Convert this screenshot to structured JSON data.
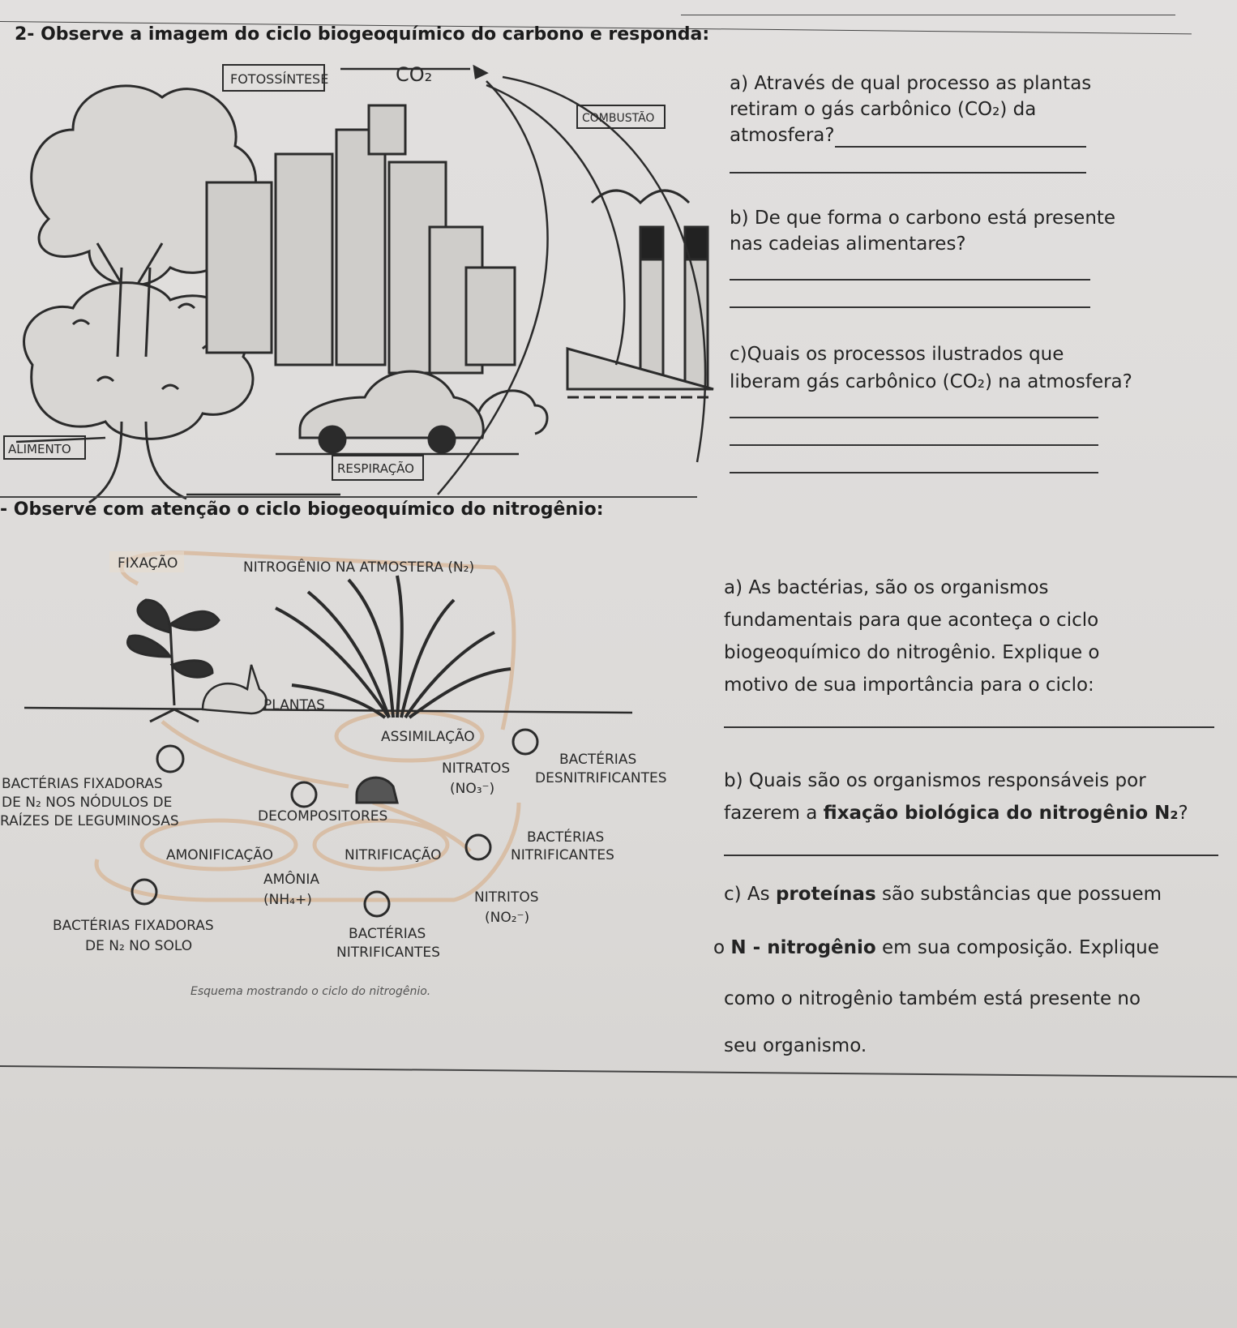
{
  "q2": {
    "title": "2- Observe a imagem do ciclo biogeoquímico do carbono e responda:",
    "labels": {
      "fotossintese": "FOTOSSÍNTESE",
      "co2": "CO₂",
      "combustao": "COMBUSTÃO",
      "alimento": "ALIMENTO",
      "respiracao": "RESPIRAÇÃO"
    },
    "qa_1": "a) Através de qual processo as plantas",
    "qa_2": "retiram o gás carbônico (CO₂) da",
    "qa_3": "atmosfera?",
    "qb_1": "b) De que forma o carbono está presente",
    "qb_2": "nas cadeias alimentares?",
    "qc_1": "c)Quais os processos ilustrados que",
    "qc_2": "liberam gás carbônico (CO₂) na atmosfera?"
  },
  "q3": {
    "title": "- Observe com atenção o ciclo biogeoquímico do nitrogênio:",
    "labels": {
      "fixacao": "FIXAÇÃO",
      "atmosfera": "NITROGÊNIO NA ATMOSTERA (N₂)",
      "plantas": "PLANTAS",
      "assimilacao": "ASSIMILAÇÃO",
      "bact_desn_1": "BACTÉRIAS",
      "bact_desn_2": "DESNITRIFICANTES",
      "nitratos": "NITRATOS",
      "no3": "(NO₃⁻)",
      "fix_nod_1": "BACTÉRIAS FIXADORAS",
      "fix_nod_2": "DE N₂ NOS NÓDULOS DE",
      "fix_nod_3": "RAÍZES DE LEGUMINOSAS",
      "decompositores": "DECOMPOSITORES",
      "bact_nitrif_top_1": "BACTÉRIAS",
      "bact_nitrif_top_2": "NITRIFICANTES",
      "amonificacao": "AMONIFICAÇÃO",
      "nitrificacao": "NITRIFICAÇÃO",
      "amonia_1": "AMÔNIA",
      "amonia_2": "(NH₄+)",
      "nitritos_1": "NITRITOS",
      "nitritos_2": "(NO₂⁻)",
      "fix_solo_1": "BACTÉRIAS FIXADORAS",
      "fix_solo_2": "DE N₂ NO SOLO",
      "bact_nitrif_bot_1": "BACTÉRIAS",
      "bact_nitrif_bot_2": "NITRIFICANTES",
      "caption": "Esquema mostrando o ciclo do nitrogênio."
    },
    "qa_1": "a) As bactérias, são os organismos",
    "qa_2": "fundamentais para que aconteça o ciclo",
    "qa_3": "biogeoquímico do nitrogênio. Explique o",
    "qa_4": "motivo de sua importância para o ciclo:",
    "qb_1": "b) Quais são os organismos responsáveis por",
    "qb_2_pre": "fazerem a ",
    "qb_2_bold": "fixação biológica do nitrogênio N₂",
    "qb_2_post": "?",
    "qc_1_pre": "c) As ",
    "qc_1_bold": "proteínas",
    "qc_1_post": " são substâncias que possuem",
    "qc_2_pre": "o ",
    "qc_2_bold": "N - nitrogênio",
    "qc_2_post": " em sua composição.  Explique",
    "qc_3": "como o nitrogênio também está presente no",
    "qc_4": "seu organismo."
  }
}
